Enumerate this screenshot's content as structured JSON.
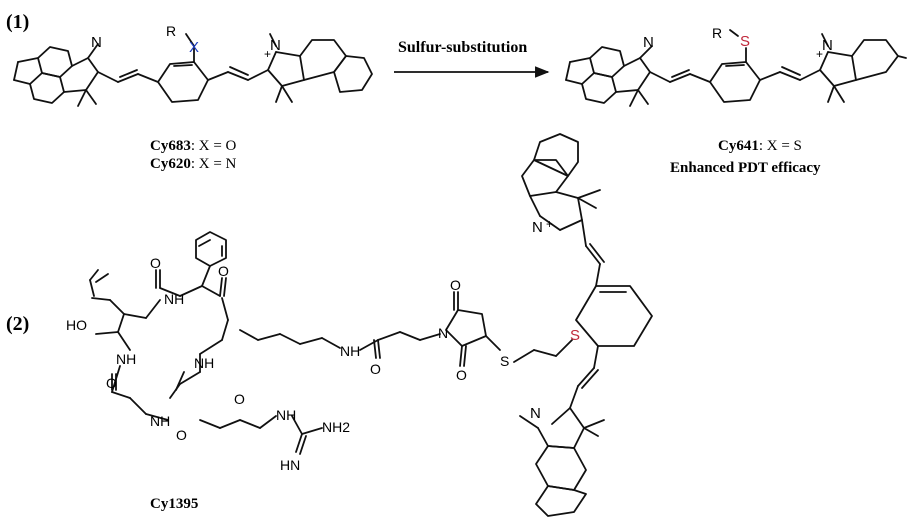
{
  "scheme": {
    "part1_label": "(1)",
    "part2_label": "(2)",
    "arrow_label": "Sulfur-substitution",
    "colors": {
      "heteroatom_x": "#1f3fbf",
      "sulfur": "#c0273a",
      "bond": "#111111"
    }
  },
  "reactant": {
    "r_group": "R",
    "x_atom": "X",
    "n_left": "N",
    "n_right": "N",
    "plus": "+",
    "caption_line1_bold": "Cy683",
    "caption_line1_rest": ": X = O",
    "caption_line2_bold": "Cy620",
    "caption_line2_rest": ": X = N"
  },
  "product": {
    "r_group": "R",
    "s_atom": "S",
    "n_left": "N",
    "n_right": "N",
    "plus": "+",
    "caption_line1_bold": "Cy641",
    "caption_line1_rest": ": X = S",
    "caption_line2": "Enhanced PDT efficacy"
  },
  "conjugate": {
    "name": "Cy1395",
    "ho": "HO",
    "o": "O",
    "nh": "NH",
    "hn": "HN",
    "n": "N",
    "s": "S",
    "nh2": "NH2",
    "plus": "+"
  }
}
